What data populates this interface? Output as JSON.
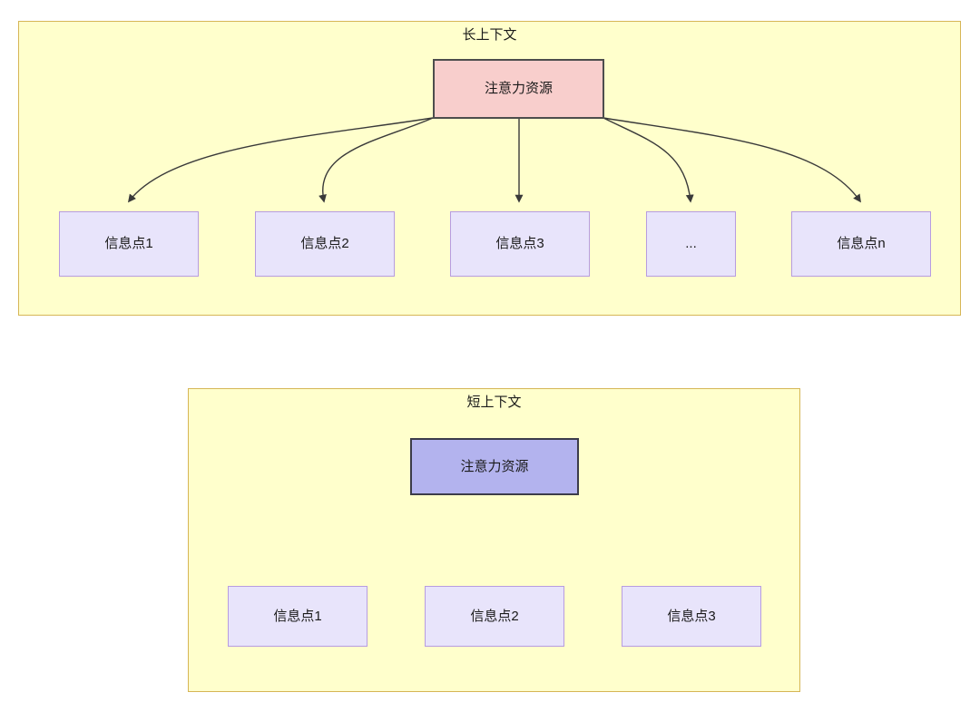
{
  "diagram": {
    "title_hidden": "",
    "colors": {
      "group_fill": "#ffffcc",
      "group_stroke": "#d6b656",
      "attention_long_fill": "#f8cecc",
      "attention_long_stroke": "#4d4d4d",
      "attention_short_fill": "#b3b3ee",
      "attention_short_stroke": "#3c3c4a",
      "info_fill": "#e8e4fb",
      "info_stroke": "#b79ce0",
      "edge_stroke": "#3a3a3a",
      "text": "#1a1a1a"
    },
    "groups": [
      {
        "id": "long-context",
        "label": "长上下文",
        "root": {
          "label": "注意力资源"
        },
        "children": [
          {
            "label": "信息点1"
          },
          {
            "label": "信息点2"
          },
          {
            "label": "信息点3"
          },
          {
            "label": "..."
          },
          {
            "label": "信息点n"
          }
        ]
      },
      {
        "id": "short-context",
        "label": "短上下文",
        "root": {
          "label": "注意力资源"
        },
        "children": [
          {
            "label": "信息点1"
          },
          {
            "label": "信息点2"
          },
          {
            "label": "信息点3"
          }
        ]
      }
    ]
  }
}
